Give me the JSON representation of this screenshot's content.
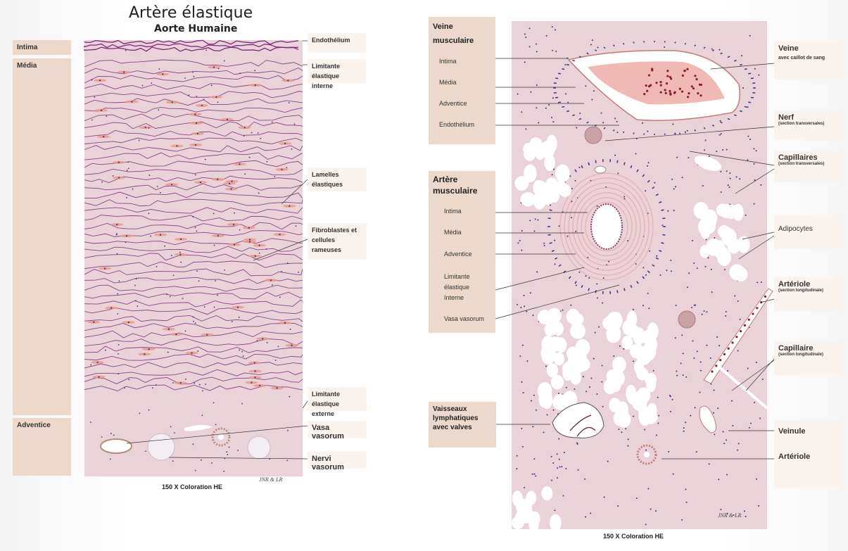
{
  "left": {
    "title": "Artère élastique",
    "subtitle": "Aorte Humaine",
    "layers": [
      "Intima",
      "Média",
      "Adventice"
    ],
    "labels": {
      "endothelium": "Endothélium",
      "lei": "Limitante élastique interne",
      "lamelles": "Lamelles élastiques",
      "fibroblastes": "Fibroblastes et cellules rameuses",
      "lee": "Limitante élastique externe",
      "vasa": "Vasa vasorum",
      "nervi": "Nervi vasorum"
    },
    "caption": "150 X Coloration HE",
    "signature": "JNR & LR"
  },
  "right": {
    "veine_group": {
      "title": "Veine musculaire",
      "items": [
        "Intima",
        "Média",
        "Adventice",
        "Endothélium"
      ]
    },
    "artere_group": {
      "title": "Artère musculaire",
      "items": [
        "Intima",
        "Média",
        "Adventice",
        "Limitante élastique Interne",
        "Vasa vasorum"
      ]
    },
    "lymph": "Vaisseaux lymphatiques avec valves",
    "labels": {
      "veine": "Veine",
      "veine_sub": "avec caillot de sang",
      "nerf": "Nerf",
      "nerf_sub": "(section transversales)",
      "capillaires": "Capillaires",
      "capillaires_sub": "(section transversales)",
      "adipocytes": "Adipocytes",
      "arteriole1": "Artériole",
      "arteriole1_sub": "(section longitudinale)",
      "capillaire": "Capillaire",
      "capillaire_sub": "(section longitudinale)",
      "veinule": "Veinule",
      "arteriole2": "Artériole"
    },
    "caption": "150 X Coloration HE",
    "signature": "JNR & LR"
  },
  "colors": {
    "tissue": "#ead3d8",
    "fiber": "#7a2a7e",
    "band": "#ecd9cc",
    "label_bg": "#fbf3ee",
    "nucleus": "#3d2f8a",
    "fibroblast": "#e89a88"
  }
}
